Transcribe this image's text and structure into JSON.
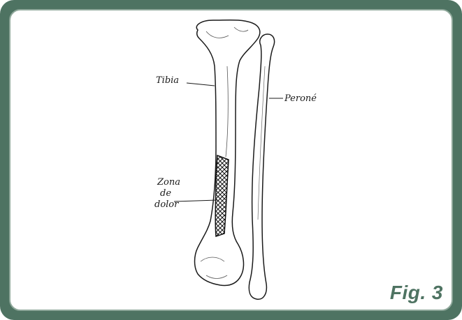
{
  "figure": {
    "caption": "Fig. 3",
    "labels": {
      "tibia": "Tibia",
      "perone": "Peroné",
      "zona_line1": "Zona",
      "zona_line2": "de",
      "zona_line3": "dolor"
    }
  },
  "colors": {
    "frame": "#4e7362",
    "inner_border": "#8fa89b",
    "caption": "#4e7362",
    "ink": "#1a1a1a"
  },
  "icons": {
    "bone_drawing": "tibia-fibula-illustration",
    "hatch": "crosshatch-pain-zone"
  }
}
